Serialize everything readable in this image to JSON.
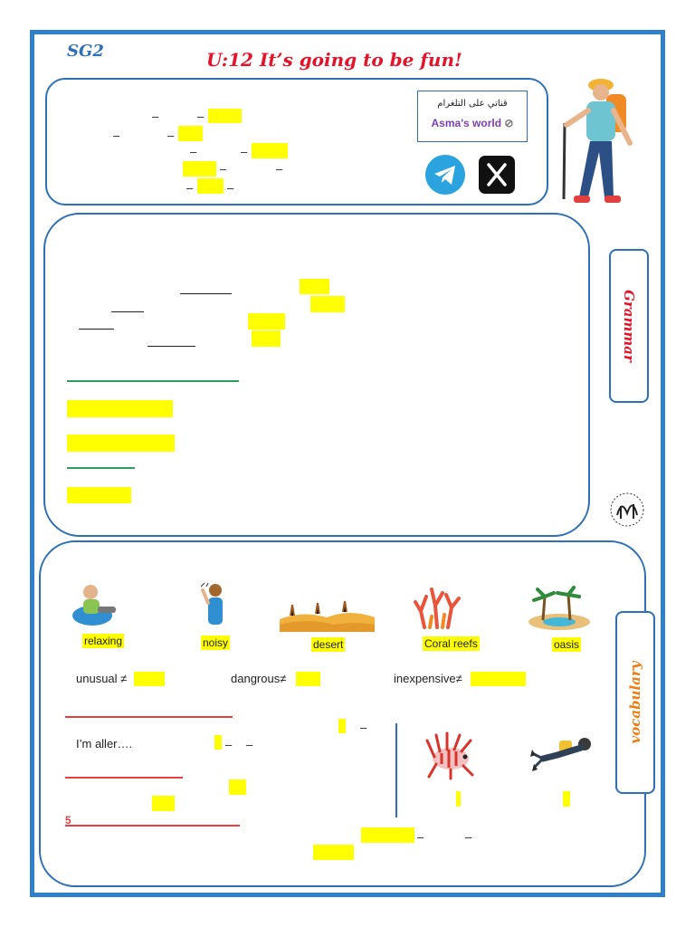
{
  "header": {
    "code": "SG2",
    "title": "U:12   It’s going to be fun!"
  },
  "channel": {
    "arabic_text": "قناتي على التلغرام",
    "name": "Asma's world",
    "telegram_icon": "telegram-icon",
    "x_icon": "x-logo-icon"
  },
  "tabs": {
    "grammar": "Grammar",
    "vocabulary": "vocabulary"
  },
  "vocabulary": {
    "pictures": [
      {
        "label": "relaxing",
        "icon": "person-relaxing-icon"
      },
      {
        "label": "noisy",
        "icon": "person-shouting-icon"
      },
      {
        "label": "desert",
        "icon": "desert-icon"
      },
      {
        "label": "Coral reefs",
        "icon": "coral-reef-icon"
      },
      {
        "label": "oasis",
        "icon": "oasis-icon"
      }
    ],
    "opposites": [
      "unusual ≠",
      "dangrous≠",
      "inexpensive≠"
    ],
    "allergy_text": "I’m aller….",
    "number": "5"
  },
  "colors": {
    "frame": "#2f80c9",
    "title": "#e3142a",
    "highlight": "#ffff00",
    "grammar_tab": "#e3142a",
    "vocab_tab": "#f07d12"
  }
}
